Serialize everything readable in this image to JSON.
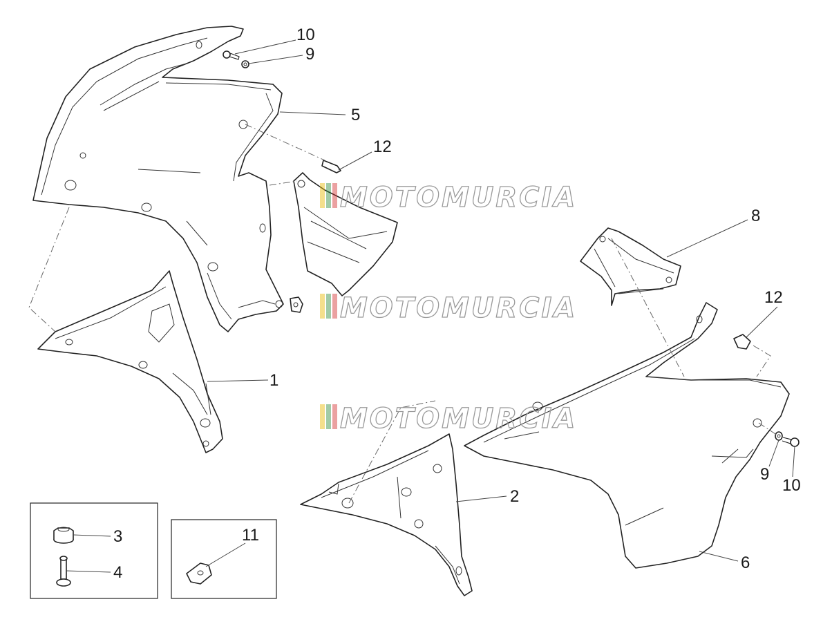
{
  "watermark": {
    "text": "MOTOMURCIA",
    "stripe_colors": [
      "#e6b800",
      "#2e8b3c",
      "#d32f2f"
    ]
  },
  "callouts": [
    {
      "id": "c10a",
      "label": "10"
    },
    {
      "id": "c9a",
      "label": "9"
    },
    {
      "id": "c5",
      "label": "5"
    },
    {
      "id": "c12a",
      "label": "12"
    },
    {
      "id": "c1",
      "label": "1"
    },
    {
      "id": "c8",
      "label": "8"
    },
    {
      "id": "c12b",
      "label": "12"
    },
    {
      "id": "c2",
      "label": "2"
    },
    {
      "id": "c9b",
      "label": "9"
    },
    {
      "id": "c10b",
      "label": "10"
    },
    {
      "id": "c6",
      "label": "6"
    },
    {
      "id": "c3",
      "label": "3"
    },
    {
      "id": "c4",
      "label": "4"
    },
    {
      "id": "c11",
      "label": "11"
    }
  ]
}
